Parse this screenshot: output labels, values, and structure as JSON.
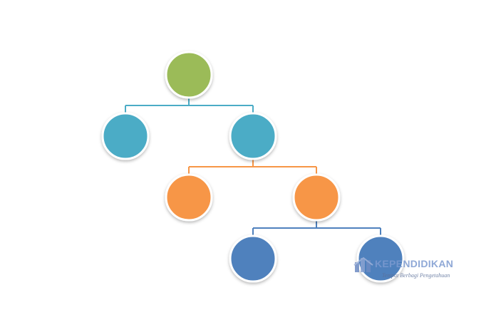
{
  "diagram": {
    "type": "hierarchy-tree",
    "levels": [
      {
        "level": 1,
        "color": "#9BBB59",
        "connector_color": null,
        "nodes": 1
      },
      {
        "level": 2,
        "color": "#4BACC6",
        "connector_color": "#4BACC6",
        "nodes": 2
      },
      {
        "level": 3,
        "color": "#F79646",
        "connector_color": "#F79646",
        "nodes": 2
      },
      {
        "level": 4,
        "color": "#4F81BD",
        "connector_color": "#4F81BD",
        "nodes": 2
      }
    ]
  },
  "watermark": {
    "title": "KEPENDIDIKAN",
    "subtitle": "Tempat Berbagi Pengetahuan",
    "color": "#5B7FBF"
  }
}
